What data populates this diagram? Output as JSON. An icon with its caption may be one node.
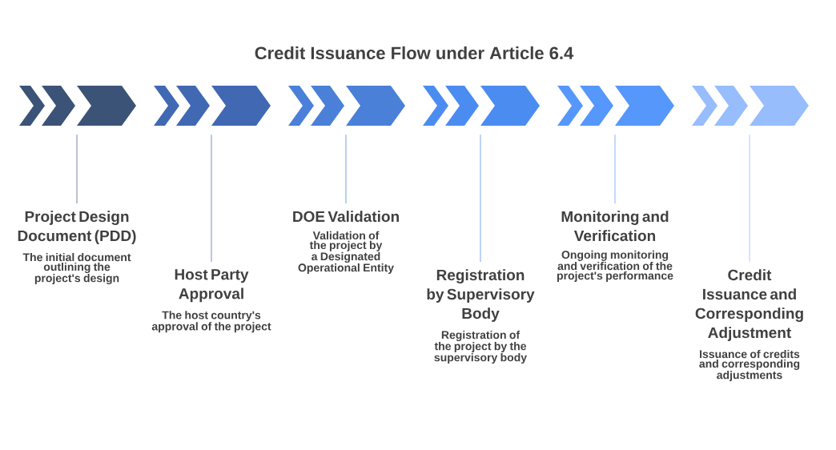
{
  "diagram": {
    "title": "Credit Issuance Flow under Article 6.4",
    "nodes": [
      {
        "text": [],
        "shape": "chevron"
      },
      {
        "text": [],
        "shape": "chevron"
      },
      {
        "text": [],
        "shape": "chevron"
      },
      {
        "text": [],
        "shape": "chevron"
      },
      {
        "text": [],
        "shape": "chevron"
      },
      {
        "text": [],
        "shape": "chevron"
      },
      {
        "text": [
          "Project Design Document (PDD)",
          "The initial document outlining the project's design"
        ]
      },
      {
        "text": [
          "Host Party Approval",
          "The host country's approval of the project"
        ]
      },
      {
        "text": [
          "DOE Validation",
          "Validation of the project by a Designated Operational Entity"
        ]
      },
      {
        "text": [
          "Registration by Supervisory Body",
          "Registration of the project by the supervisory body"
        ]
      },
      {
        "text": [
          "Monitoring and Verification",
          "Ongoing monitoring and verification of the project's performance"
        ]
      },
      {
        "text": [
          "Credit Issuance and Corresponding Adjustment",
          "Issuance of credits and corresponding adjustments"
        ]
      }
    ],
    "edges": [
      {
        "from": 0,
        "to": 6,
        "arrow": "none",
        "color": "#8a9ab5"
      },
      {
        "from": 1,
        "to": 7,
        "arrow": "none",
        "color": "#8aa3cf"
      },
      {
        "from": 2,
        "to": 8,
        "arrow": "none",
        "color": "#8db0e3"
      },
      {
        "from": 3,
        "to": 9,
        "arrow": "none",
        "color": "#8fb6f2"
      },
      {
        "from": 4,
        "to": 10,
        "arrow": "none",
        "color": "#9cc2fa"
      },
      {
        "from": 5,
        "to": 11,
        "arrow": "none",
        "color": "#bcd5fd"
      }
    ]
  }
}
